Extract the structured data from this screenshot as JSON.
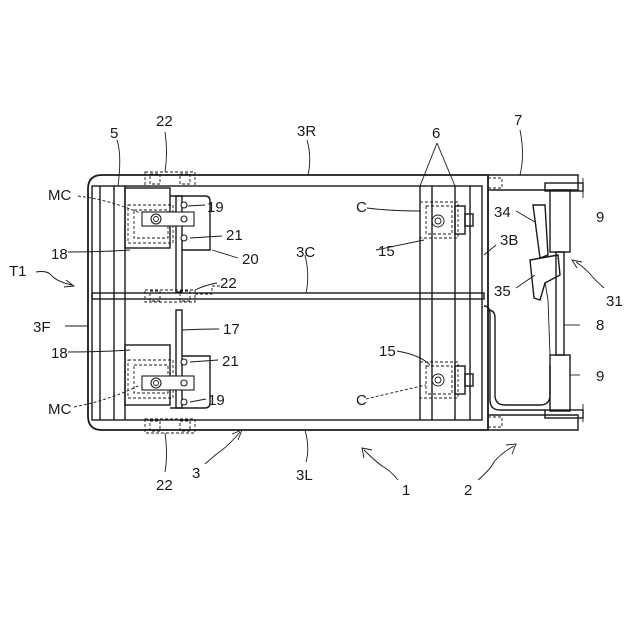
{
  "labels": {
    "n5": "5",
    "n22_top": "22",
    "n3R": "3R",
    "n6": "6",
    "n7": "7",
    "MC_top": "MC",
    "n19_top": "19",
    "C_top": "C",
    "n34": "34",
    "n9_top": "9",
    "n18_top": "18",
    "n21_top": "21",
    "n3B": "3B",
    "n20": "20",
    "n3C": "3C",
    "n15_top": "15",
    "T1": "T1",
    "n22_mid": "22",
    "n35": "35",
    "n31": "31",
    "n3F": "3F",
    "n17": "17",
    "n8": "8",
    "n18_bot": "18",
    "n15_bot": "15",
    "n21_bot": "21",
    "n9_bot": "9",
    "MC_bot": "MC",
    "n19_bot": "19",
    "C_bot": "C",
    "n3": "3",
    "n3L": "3L",
    "n22_bot": "22",
    "n1": "1",
    "n2": "2"
  }
}
